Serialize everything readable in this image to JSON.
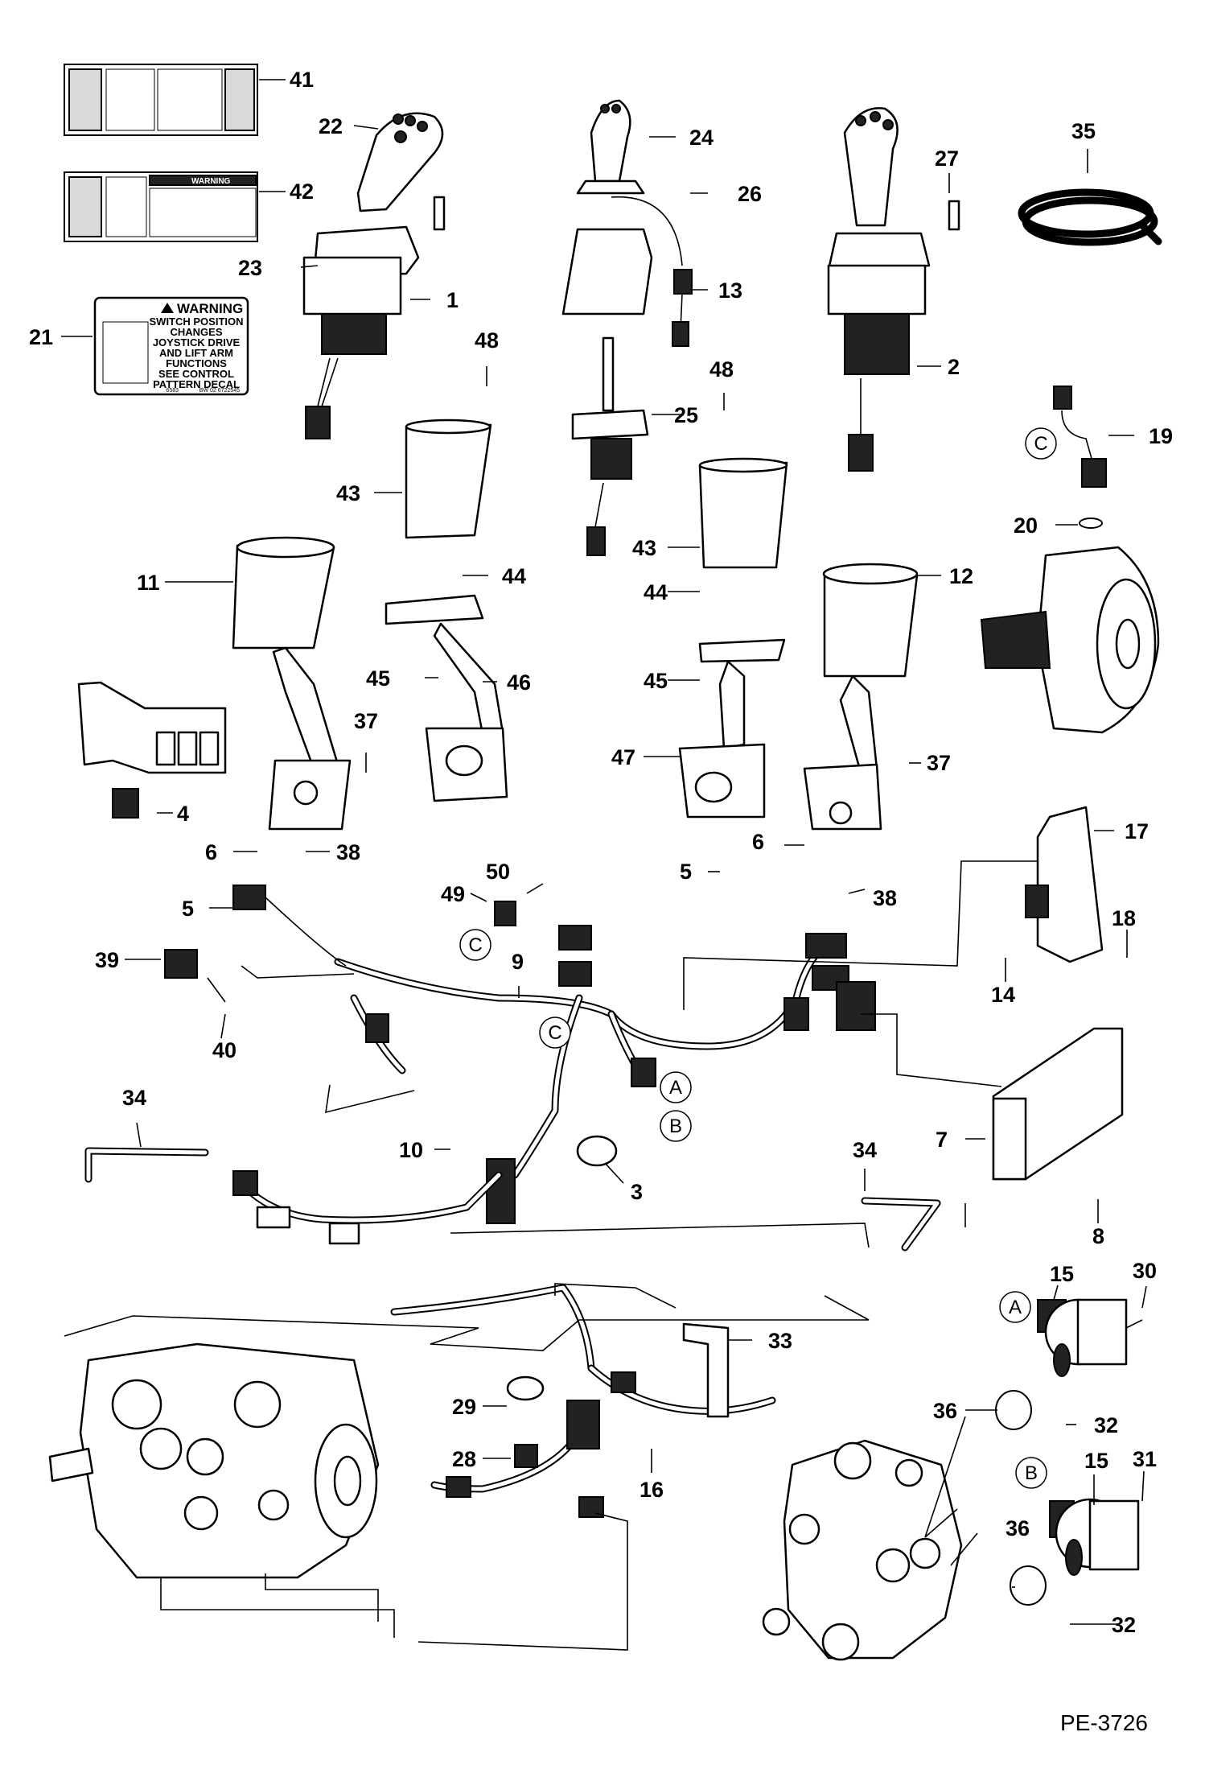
{
  "figure_id": "PE-3726",
  "warning_decal": {
    "heading": "WARNING",
    "lines": [
      "SWITCH POSITION",
      "CHANGES",
      "JOYSTICK DRIVE",
      "AND LIFT ARM",
      "FUNCTIONS",
      "SEE CONTROL",
      "PATTERN DECAL"
    ],
    "codes": [
      "6583",
      "BW 02 6722545"
    ]
  },
  "decal_42_heading": "WARNING",
  "connector_markers": [
    "C",
    "C",
    "C",
    "A",
    "B",
    "A",
    "B"
  ],
  "callouts": [
    "41",
    "42",
    "21",
    "22",
    "23",
    "1",
    "24",
    "26",
    "13",
    "25",
    "27",
    "2",
    "35",
    "19",
    "20",
    "48",
    "43",
    "44",
    "45",
    "46",
    "11",
    "48",
    "43",
    "44",
    "45",
    "12",
    "47",
    "37",
    "4",
    "6",
    "38",
    "5",
    "50",
    "49",
    "39",
    "40",
    "9",
    "10",
    "34",
    "3",
    "17",
    "18",
    "14",
    "6",
    "38",
    "5",
    "37",
    "7",
    "8",
    "34",
    "15",
    "30",
    "33",
    "29",
    "28",
    "16",
    "36",
    "32",
    "31",
    "15",
    "36",
    "32"
  ]
}
